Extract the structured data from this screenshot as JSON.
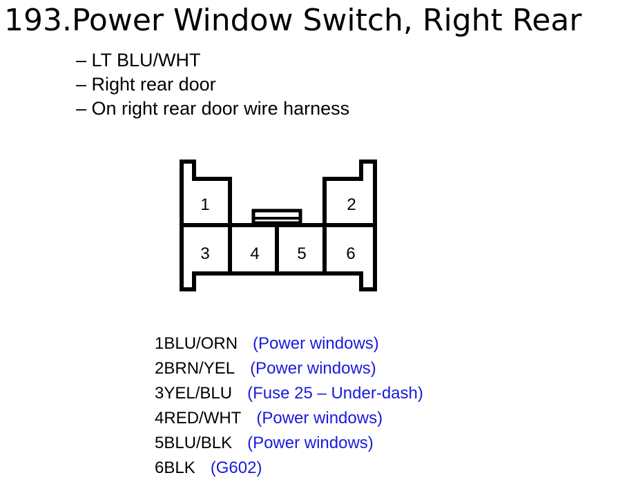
{
  "title": "193.Power Window Switch, Right Rear",
  "details": [
    "– LT BLU/WHT",
    "– Right rear door",
    "– On right rear door wire harness"
  ],
  "connector": {
    "cavities": [
      "1",
      "2",
      "3",
      "4",
      "5",
      "6"
    ]
  },
  "pins": [
    {
      "pin": "1",
      "wire": "BLU/ORN",
      "note": "(Power windows)"
    },
    {
      "pin": "2",
      "wire": "BRN/YEL",
      "note": "(Power windows)"
    },
    {
      "pin": "3",
      "wire": "YEL/BLU",
      "note": "(Fuse 25 – Under-dash)"
    },
    {
      "pin": "4",
      "wire": "RED/WHT",
      "note": "(Power windows)"
    },
    {
      "pin": "5",
      "wire": "BLU/BLK",
      "note": "(Power windows)"
    },
    {
      "pin": "6",
      "wire": "BLK",
      "note": "(G602)"
    }
  ],
  "colors": {
    "text": "#000000",
    "note": "#1a1adc",
    "background": "#ffffff"
  }
}
